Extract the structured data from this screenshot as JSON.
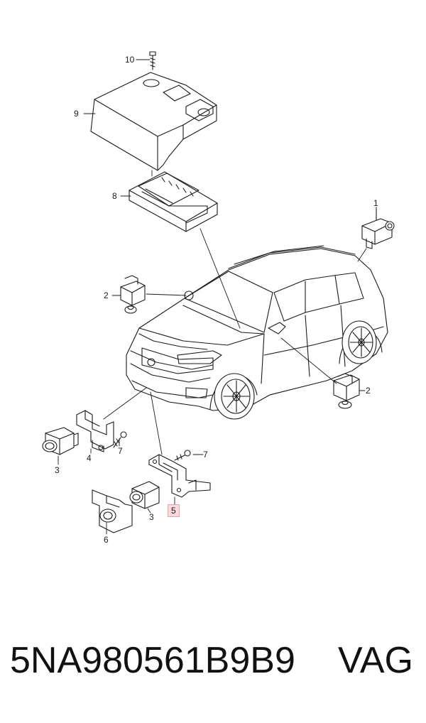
{
  "callouts": {
    "c10": "10",
    "c9": "9",
    "c8": "8",
    "c1": "1",
    "c2_left": "2",
    "c2_right": "2",
    "c3_left": "3",
    "c4": "4",
    "c7_a": "7",
    "c7_b": "7",
    "c3_bottom": "3",
    "c5": "5",
    "c6": "6"
  },
  "footer": {
    "part_number": "5NA980561B9B9",
    "brand": "VAG"
  },
  "colors": {
    "line": "#1a1a1a",
    "highlight_fill": "#f9d9de",
    "highlight_border": "#e7a5b0"
  }
}
